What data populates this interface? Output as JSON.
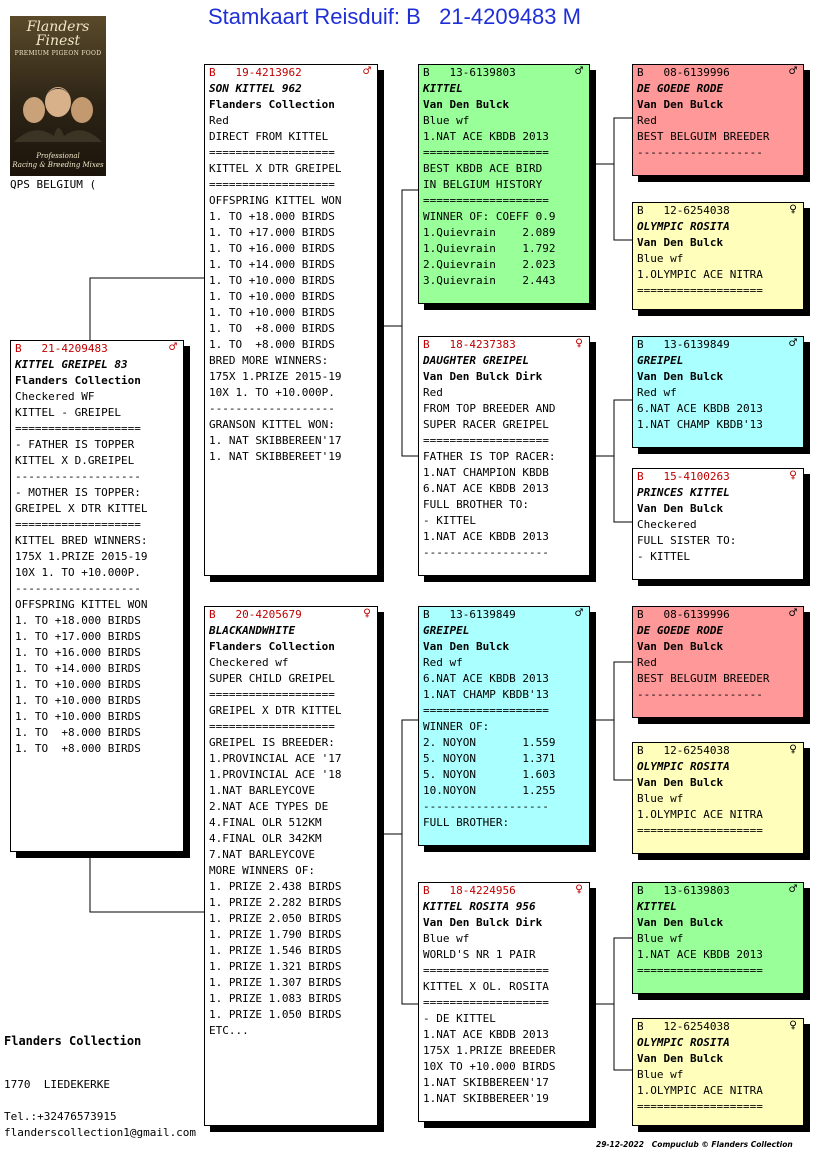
{
  "header": {
    "title": "Stamkaart Reisduif: B   21-4209483 M"
  },
  "logo": {
    "brand": "Flanders Finest",
    "tagline": "PREMIUM PIGEON FOOD",
    "slogan_line1": "Professional",
    "slogan_line2": "Racing & Breeding Mixes"
  },
  "owner_caption": "QPS BELGIUM (",
  "colors": {
    "title": "#1f2fd6",
    "ring_female_male": "#c00000",
    "green": "#99ff99",
    "red": "#ff9999",
    "yellow": "#ffffbb",
    "cyan": "#aaffff"
  },
  "cards": {
    "subject": {
      "ring": "B   21-4209483",
      "sex": "♂",
      "name": "KITTEL GREIPEL 83",
      "owner": "Flanders Collection",
      "lines": [
        "Checkered WF",
        "KITTEL - GREIPEL",
        "===================",
        "- FATHER IS TOPPER",
        "KITTEL X D.GREIPEL",
        "-------------------",
        "- MOTHER IS TOPPER:",
        "GREIPEL X DTR KITTEL",
        "===================",
        "KITTEL BRED WINNERS:",
        "175X 1.PRIZE 2015-19",
        "10X 1. TO +10.000P.",
        "-------------------",
        "OFFSPRING KITTEL WON",
        "1. TO +18.000 BIRDS",
        "1. TO +17.000 BIRDS",
        "1. TO +16.000 BIRDS",
        "1. TO +14.000 BIRDS",
        "1. TO +10.000 BIRDS",
        "1. TO +10.000 BIRDS",
        "1. TO +10.000 BIRDS",
        "1. TO  +8.000 BIRDS",
        "1. TO  +8.000 BIRDS"
      ]
    },
    "sire": {
      "ring": "B   19-4213962",
      "sex": "♂",
      "name": "SON KITTEL 962",
      "owner": "Flanders Collection",
      "lines": [
        "Red",
        "DIRECT FROM KITTEL",
        "===================",
        "KITTEL X DTR GREIPEL",
        "===================",
        "OFFSPRING KITTEL WON",
        "1. TO +18.000 BIRDS",
        "1. TO +17.000 BIRDS",
        "1. TO +16.000 BIRDS",
        "1. TO +14.000 BIRDS",
        "1. TO +10.000 BIRDS",
        "1. TO +10.000 BIRDS",
        "1. TO +10.000 BIRDS",
        "1. TO  +8.000 BIRDS",
        "1. TO  +8.000 BIRDS",
        "BRED MORE WINNERS:",
        "175X 1.PRIZE 2015-19",
        "10X 1. TO +10.000P.",
        "-------------------",
        "GRANSON KITTEL WON:",
        "1. NAT SKIBBEREEN'17",
        "1. NAT SKIBBEREET'19"
      ]
    },
    "dam": {
      "ring": "B   20-4205679",
      "sex": "♀",
      "name": "BLACKANDWHITE",
      "owner": "Flanders Collection",
      "lines": [
        "Checkered wf",
        "SUPER CHILD GREIPEL",
        "===================",
        "GREIPEL X DTR KITTEL",
        "===================",
        "GREIPEL IS BREEDER:",
        "1.PROVINCIAL ACE '17",
        "1.PROVINCIAL ACE '18",
        "1.NAT BARLEYCOVE",
        "2.NAT ACE TYPES DE",
        "4.FINAL OLR 512KM",
        "4.FINAL OLR 342KM",
        "7.NAT BARLEYCOVE",
        "MORE WINNERS OF:",
        "1. PRIZE 2.438 BIRDS",
        "1. PRIZE 2.282 BIRDS",
        "1. PRIZE 2.050 BIRDS",
        "1. PRIZE 1.790 BIRDS",
        "1. PRIZE 1.546 BIRDS",
        "1. PRIZE 1.321 BIRDS",
        "1. PRIZE 1.307 BIRDS",
        "1. PRIZE 1.083 BIRDS",
        "1. PRIZE 1.050 BIRDS",
        "ETC..."
      ]
    },
    "ss": {
      "ring": "B   13-6139803",
      "sex": "♂",
      "name": "KITTEL",
      "owner": "Van Den Bulck",
      "lines": [
        "Blue wf",
        "1.NAT ACE KBDB 2013",
        "===================",
        "BEST KBDB ACE BIRD",
        "IN BELGIUM HISTORY",
        "===================",
        "WINNER OF: COEFF 0.9",
        "1.Quievrain    2.089",
        "1.Quievrain    1.792",
        "2.Quievrain    2.023",
        "3.Quievrain    2.443"
      ]
    },
    "sd": {
      "ring": "B   18-4237383",
      "sex": "♀",
      "name": "DAUGHTER GREIPEL",
      "owner": "Van Den Bulck Dirk",
      "lines": [
        "Red",
        "FROM TOP BREEDER AND",
        "SUPER RACER GREIPEL",
        "===================",
        "FATHER IS TOP RACER:",
        "1.NAT CHAMPION KBDB",
        "6.NAT ACE KBDB 2013",
        "FULL BROTHER TO:",
        "- KITTEL",
        "1.NAT ACE KBDB 2013",
        "-------------------"
      ]
    },
    "ds": {
      "ring": "B   13-6139849",
      "sex": "♂",
      "name": "GREIPEL",
      "owner": "Van Den Bulck",
      "lines": [
        "Red wf",
        "6.NAT ACE KBDB 2013",
        "1.NAT CHAMP KBDB'13",
        "===================",
        "WINNER OF:",
        "2. NOYON       1.559",
        "5. NOYON       1.371",
        "5. NOYON       1.603",
        "10.NOYON       1.255",
        "-------------------",
        "FULL BROTHER:"
      ]
    },
    "dd": {
      "ring": "B   18-4224956",
      "sex": "♀",
      "name": "KITTEL ROSITA 956",
      "owner": "Van Den Bulck Dirk",
      "lines": [
        "Blue wf",
        "WORLD'S NR 1 PAIR",
        "===================",
        "KITTEL X OL. ROSITA",
        "===================",
        "- DE KITTEL",
        "1.NAT ACE KBDB 2013",
        "175X 1.PRIZE BREEDER",
        "10X TO +10.000 BIRDS",
        "1.NAT SKIBBEREEN'17",
        "1.NAT SKIBBEREER'19"
      ]
    },
    "sss": {
      "ring": "B   08-6139996",
      "sex": "♂",
      "name": "DE GOEDE RODE",
      "owner": "Van Den Bulck",
      "lines": [
        "Red",
        "BEST BELGUIM BREEDER",
        "-------------------"
      ]
    },
    "ssd": {
      "ring": "B   12-6254038",
      "sex": "♀",
      "name": "OLYMPIC ROSITA",
      "owner": "Van Den Bulck",
      "lines": [
        "Blue wf",
        "1.OLYMPIC ACE NITRA",
        "==================="
      ]
    },
    "sds": {
      "ring": "B   13-6139849",
      "sex": "♂",
      "name": "GREIPEL",
      "owner": "Van Den Bulck",
      "lines": [
        "Red wf",
        "6.NAT ACE KBDB 2013",
        "1.NAT CHAMP KBDB'13"
      ]
    },
    "sdd": {
      "ring": "B   15-4100263",
      "sex": "♀",
      "name": "PRINCES KITTEL",
      "owner": "Van Den Bulck",
      "lines": [
        "Checkered",
        "FULL SISTER TO:",
        "- KITTEL"
      ]
    },
    "dss": {
      "ring": "B   08-6139996",
      "sex": "♂",
      "name": "DE GOEDE RODE",
      "owner": "Van Den Bulck",
      "lines": [
        "Red",
        "BEST BELGUIM BREEDER",
        "-------------------"
      ]
    },
    "dsd": {
      "ring": "B   12-6254038",
      "sex": "♀",
      "name": "OLYMPIC ROSITA",
      "owner": "Van Den Bulck",
      "lines": [
        "Blue wf",
        "1.OLYMPIC ACE NITRA",
        "==================="
      ]
    },
    "dds": {
      "ring": "B   13-6139803",
      "sex": "♂",
      "name": "KITTEL",
      "owner": "Van Den Bulck",
      "lines": [
        "Blue wf",
        "1.NAT ACE KBDB 2013",
        "==================="
      ]
    },
    "ddd": {
      "ring": "B   12-6254038",
      "sex": "♀",
      "name": "OLYMPIC ROSITA",
      "owner": "Van Den Bulck",
      "lines": [
        "Blue wf",
        "1.OLYMPIC ACE NITRA",
        "==================="
      ]
    }
  },
  "footer": {
    "name": "Flanders Collection",
    "city": "1770  LIEDEKERKE",
    "tel": "Tel.:+32476573915",
    "email": "flanderscollection1@gmail.com",
    "stamp": "29-12-2022   Compuclub © Flanders Collection"
  }
}
